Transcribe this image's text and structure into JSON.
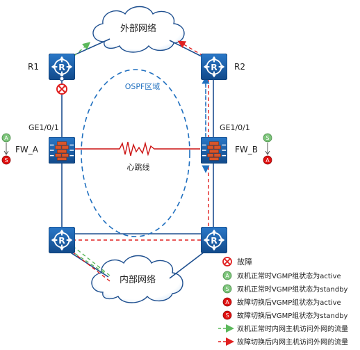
{
  "clouds": {
    "external": "外部网络",
    "internal": "内部网络"
  },
  "routers": {
    "r1": "R1",
    "r2": "R2"
  },
  "firewalls": {
    "fw_a": "FW_A",
    "fw_b": "FW_B"
  },
  "interfaces": {
    "left": "GE1/0/1",
    "right": "GE1/0/1"
  },
  "ospf_area": "OSPF区域",
  "heartbeat": "心跳线",
  "state_markers": {
    "fw_a_normal": "A",
    "fw_a_failover": "S",
    "fw_b_normal": "S",
    "fw_b_failover": "A"
  },
  "legend": {
    "fault": "故障",
    "normal_active": "双机正常时VGMP组状态为active",
    "normal_standby": "双机正常时VGMP组状态为standby",
    "failover_active": "故障切换后VGMP组状态为active",
    "failover_standby": "故障切换后VGMP组状态为standby",
    "normal_flow": "双机正常时内网主机访问外网的流量",
    "failover_flow": "故障切换后内网主机访问外网的流量",
    "markers": {
      "normal_active": "A",
      "normal_standby": "S",
      "failover_active": "A",
      "failover_standby": "S"
    }
  },
  "colors": {
    "device_blue": "#1a5fa6",
    "link_blue": "#1e4f8f",
    "ospf_dashed": "#1f6fbf",
    "normal_green": "#5cb85c",
    "failover_red": "#e02020",
    "heartbeat_red": "#cc1111",
    "marker_green": "#7cc47a",
    "marker_red": "#e01010"
  }
}
